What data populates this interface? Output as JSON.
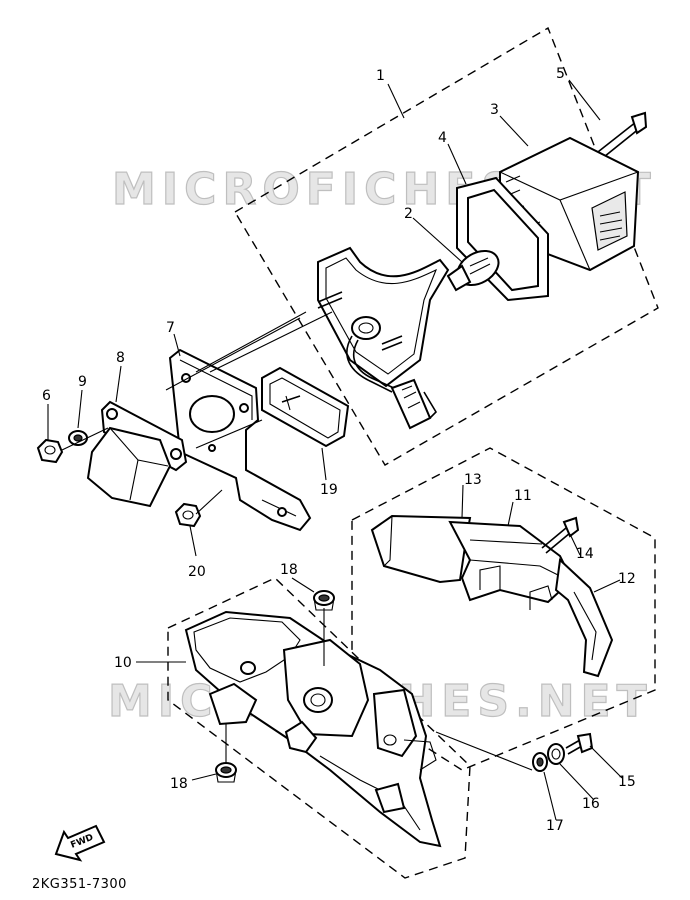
{
  "callouts": {
    "c1": "1",
    "c2": "2",
    "c3": "3",
    "c4": "4",
    "c5": "5",
    "c6": "6",
    "c7": "7",
    "c8": "8",
    "c9": "9",
    "c10": "10",
    "c11": "11",
    "c12": "12",
    "c13": "13",
    "c14": "14",
    "c15": "15",
    "c16": "16",
    "c17": "17",
    "c18a": "18",
    "c18b": "18",
    "c19": "19",
    "c20": "20"
  },
  "watermark": "MICROFICHES.NET",
  "fwd_label": "FWD",
  "diagram_code": "2KG351-7300"
}
